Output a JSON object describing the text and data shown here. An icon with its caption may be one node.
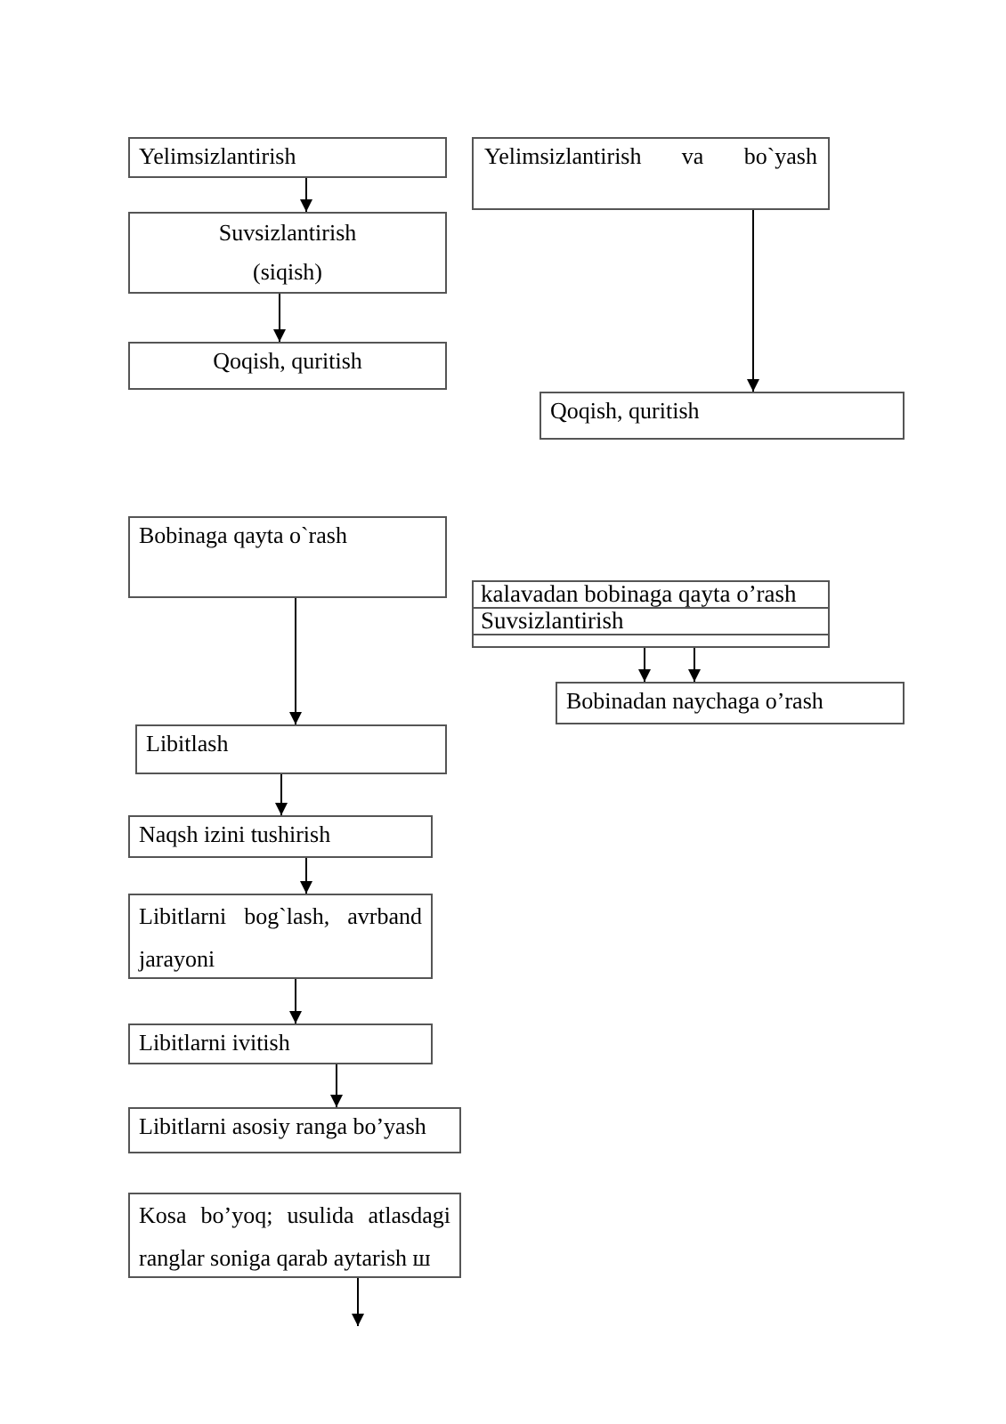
{
  "diagram": {
    "nodes": [
      {
        "text": [
          "Yelimsizlantirish"
        ]
      },
      {
        "text": [
          "Yelimsizlantirish va bo`yash"
        ]
      },
      {
        "text": [
          "Suvsizlantirish (siqish)"
        ]
      },
      {
        "text": [
          "Qoqish, quritish"
        ]
      },
      {
        "text": [
          "Qoqish, quritish"
        ]
      },
      {
        "text": [
          "Bobinaga qayta o`rash"
        ]
      },
      {
        "text": [
          "kalavadan bobinaga qayta o’rash",
          "Suvsizlantirish"
        ]
      },
      {
        "text": [
          "Bobinadan naychaga o’rash"
        ]
      },
      {
        "text": [
          "Libitlash"
        ]
      },
      {
        "text": [
          "Naqsh izini tushirish"
        ]
      },
      {
        "text": [
          "Libitlarni bog`lash, avrband jarayoni"
        ]
      },
      {
        "text": [
          "Libitlarni ivitish"
        ]
      },
      {
        "text": [
          "Libitlarni asosiy ranga bo’yash"
        ]
      },
      {
        "text": [
          "Kosa bo’yoq; usulida atlasdagi ranglar soniga qarab aytarish ш"
        ]
      }
    ],
    "edges": [
      {
        "from": 0,
        "to": 2,
        "arrow": "to"
      },
      {
        "from": 2,
        "to": 3,
        "arrow": "to"
      },
      {
        "from": 1,
        "to": 4,
        "arrow": "to"
      },
      {
        "from": 6,
        "to": 7,
        "arrow": "to"
      },
      {
        "from": 6,
        "to": 7,
        "arrow": "to"
      },
      {
        "from": 5,
        "to": 8,
        "arrow": "to"
      },
      {
        "from": 8,
        "to": 9,
        "arrow": "to"
      },
      {
        "from": 9,
        "to": 10,
        "arrow": "to"
      },
      {
        "from": 10,
        "to": 11,
        "arrow": "to"
      },
      {
        "from": 11,
        "to": 12,
        "arrow": "to"
      },
      {
        "from": 13,
        "to": null,
        "arrow": "to"
      }
    ]
  }
}
